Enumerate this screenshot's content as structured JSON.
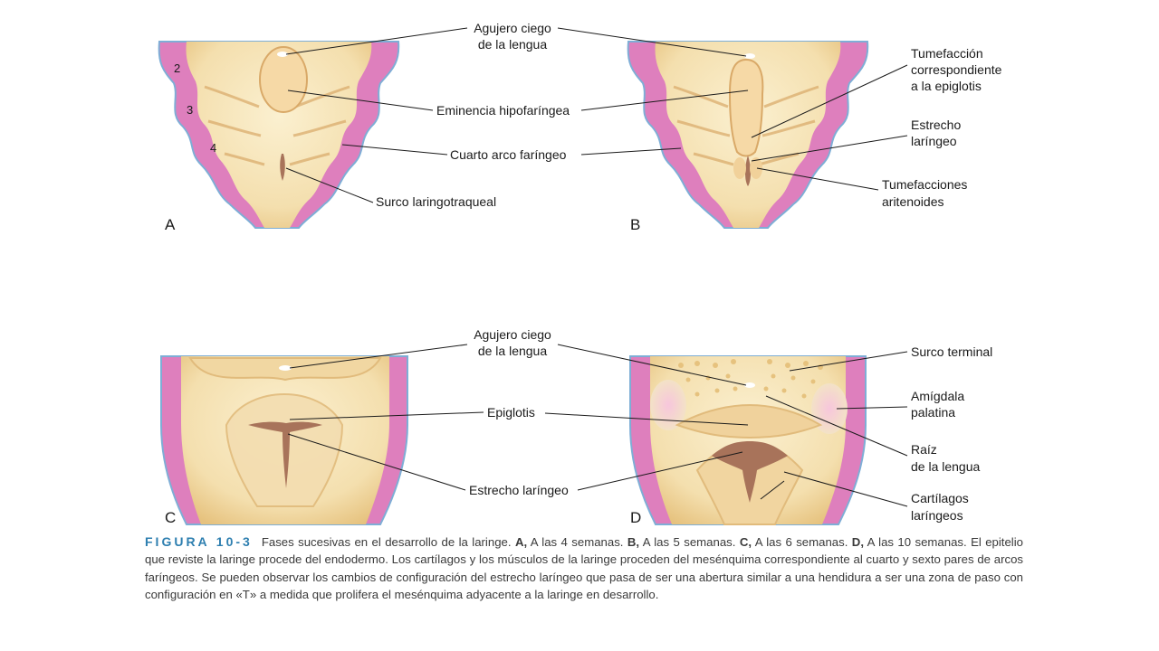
{
  "panels": {
    "A": {
      "letter": "A",
      "arch_numbers": [
        "2",
        "3",
        "4"
      ],
      "labels": {
        "foramen": [
          "Agujero ciego",
          "de la lengua"
        ],
        "eminencia": "Eminencia hipofaríngea",
        "cuarto_arco": "Cuarto arco faríngeo",
        "surco": "Surco laringotraqueal"
      }
    },
    "B": {
      "letter": "B",
      "labels": {
        "tumefaccion_epiglotis": [
          "Tumefacción",
          "correspondiente",
          "a la epiglotis"
        ],
        "estrecho": [
          "Estrecho",
          "laríngeo"
        ],
        "aritenoides": [
          "Tumefacciones",
          "aritenoides"
        ]
      }
    },
    "C": {
      "letter": "C",
      "labels": {
        "foramen": [
          "Agujero ciego",
          "de la lengua"
        ],
        "epiglotis": "Epiglotis",
        "estrecho": "Estrecho laríngeo"
      }
    },
    "D": {
      "letter": "D",
      "labels": {
        "surco_terminal": "Surco terminal",
        "amigdala": [
          "Amígdala",
          "palatina"
        ],
        "raiz": [
          "Raíz",
          "de la lengua"
        ],
        "cartilagos": [
          "Cartílagos",
          "laríngeos"
        ]
      }
    }
  },
  "caption": {
    "figure_label": "FIGURA 10-3",
    "text_1": "Fases sucesivas en el desarrollo de la laringe. ",
    "a": "A,",
    "text_a": " A las 4 semanas. ",
    "b": "B,",
    "text_b": " A las 5 semanas. ",
    "c": "C,",
    "text_c": " A las 6 semanas. ",
    "d": "D,",
    "text_d": " A las 10 semanas. El epitelio que reviste la laringe procede del endodermo. Los cartílagos y los músculos de la laringe proceden del mesénquima correspondiente al cuarto y sexto pares de arcos faríngeos. Se pueden observar los cambios de configuración del estrecho laríngeo que pasa de ser una abertura similar a una hendidura a ser una zona de paso con configuración en «T» a medida que prolifera el mesénquima adyacente a la laringe en desarrollo."
  },
  "colors": {
    "pink": "#de7fbd",
    "cream": "#f7e6b9",
    "tan": "#e6c27e",
    "brown": "#a8735a",
    "outline": "#7eaed6",
    "caption_title": "#2e7fb0"
  }
}
